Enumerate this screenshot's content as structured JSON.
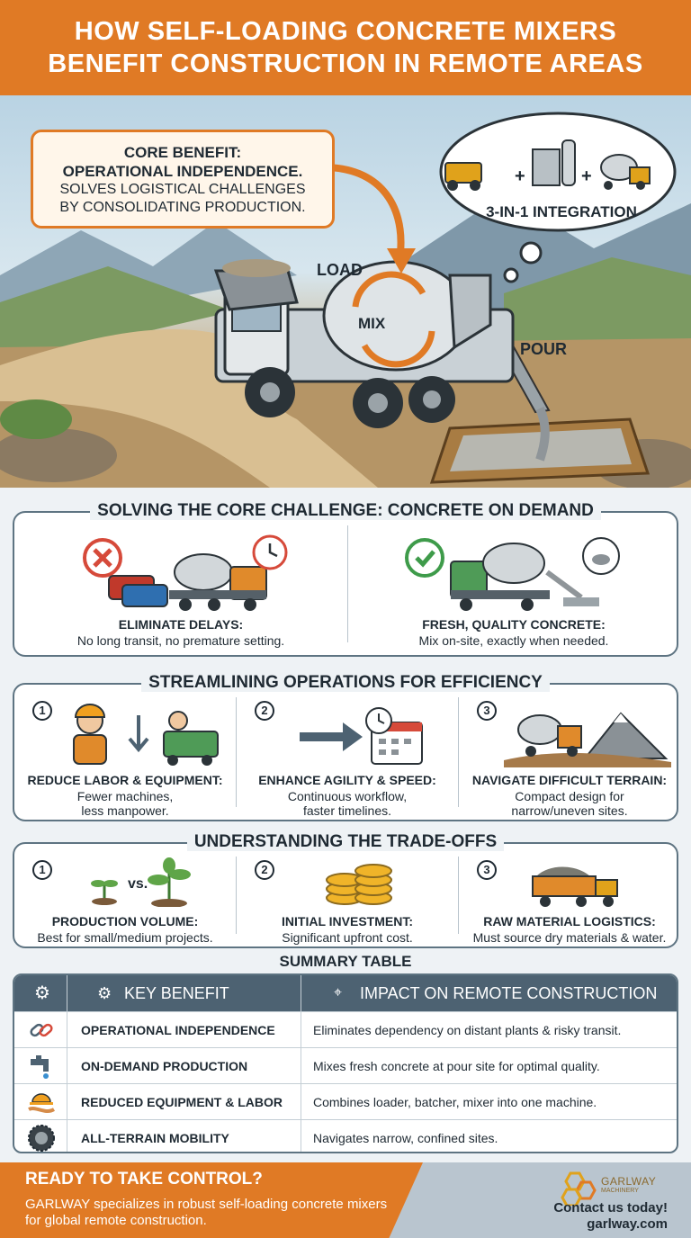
{
  "header": {
    "line1": "HOW SELF-LOADING CONCRETE MIXERS",
    "line2": "BENEFIT CONSTRUCTION IN REMOTE AREAS"
  },
  "hero": {
    "callout_title_1": "CORE BENEFIT:",
    "callout_title_2": "OPERATIONAL INDEPENDENCE.",
    "callout_text_1": "SOLVES LOGISTICAL CHALLENGES",
    "callout_text_2": "BY CONSOLIDATING PRODUCTION.",
    "integration_label": "3-IN-1 INTEGRATION",
    "load_label": "LOAD",
    "mix_label": "MIX",
    "pour_label": "POUR"
  },
  "core_challenge": {
    "title": "SOLVING THE CORE CHALLENGE: CONCRETE ON DEMAND",
    "items": [
      {
        "caption": "ELIMINATE DELAYS:",
        "text": "No long transit, no premature setting."
      },
      {
        "caption": "FRESH, QUALITY CONCRETE:",
        "text": "Mix on-site, exactly when needed."
      }
    ]
  },
  "efficiency": {
    "title": "STREAMLINING OPERATIONS FOR EFFICIENCY",
    "items": [
      {
        "num": "1",
        "caption": "REDUCE LABOR & EQUIPMENT:",
        "text1": "Fewer machines,",
        "text2": "less manpower."
      },
      {
        "num": "2",
        "caption": "ENHANCE AGILITY & SPEED:",
        "text1": "Continuous workflow,",
        "text2": "faster timelines."
      },
      {
        "num": "3",
        "caption": "NAVIGATE DIFFICULT TERRAIN:",
        "text1": "Compact design for",
        "text2": "narrow/uneven sites."
      }
    ]
  },
  "tradeoffs": {
    "title": "UNDERSTANDING THE TRADE-OFFS",
    "vs_label": "vs.",
    "items": [
      {
        "num": "1",
        "caption": "PRODUCTION VOLUME:",
        "text": "Best for small/medium projects."
      },
      {
        "num": "2",
        "caption": "INITIAL INVESTMENT:",
        "text": "Significant upfront cost."
      },
      {
        "num": "3",
        "caption": "RAW MATERIAL LOGISTICS:",
        "text": "Must source dry materials & water."
      }
    ]
  },
  "summary": {
    "title": "SUMMARY TABLE",
    "col_benefit": "KEY BENEFIT",
    "col_impact": "IMPACT ON REMOTE CONSTRUCTION",
    "rows": [
      {
        "icon": "chain-icon",
        "benefit": "OPERATIONAL INDEPENDENCE",
        "impact": "Eliminates dependency on distant plants & risky transit."
      },
      {
        "icon": "faucet-icon",
        "benefit": "ON-DEMAND PRODUCTION",
        "impact": "Mixes fresh concrete at pour site for optimal quality."
      },
      {
        "icon": "hardhat-hand-icon",
        "benefit": "REDUCED EQUIPMENT & LABOR",
        "impact": "Combines loader, batcher, mixer into one machine."
      },
      {
        "icon": "tire-icon",
        "benefit": "ALL-TERRAIN MOBILITY",
        "impact": "Navigates narrow, confined sites."
      }
    ]
  },
  "footer": {
    "title": "READY TO TAKE CONTROL?",
    "text": "GARLWAY specializes in robust self-loading concrete mixers for global remote construction.",
    "cta1": "Contact us today!",
    "cta2": "garlway.com",
    "logo_name": "GARLWAY",
    "logo_sub": "MACHINERY"
  },
  "colors": {
    "accent_orange": "#e07a25",
    "table_header": "#4d6272",
    "border": "#5e7482"
  }
}
